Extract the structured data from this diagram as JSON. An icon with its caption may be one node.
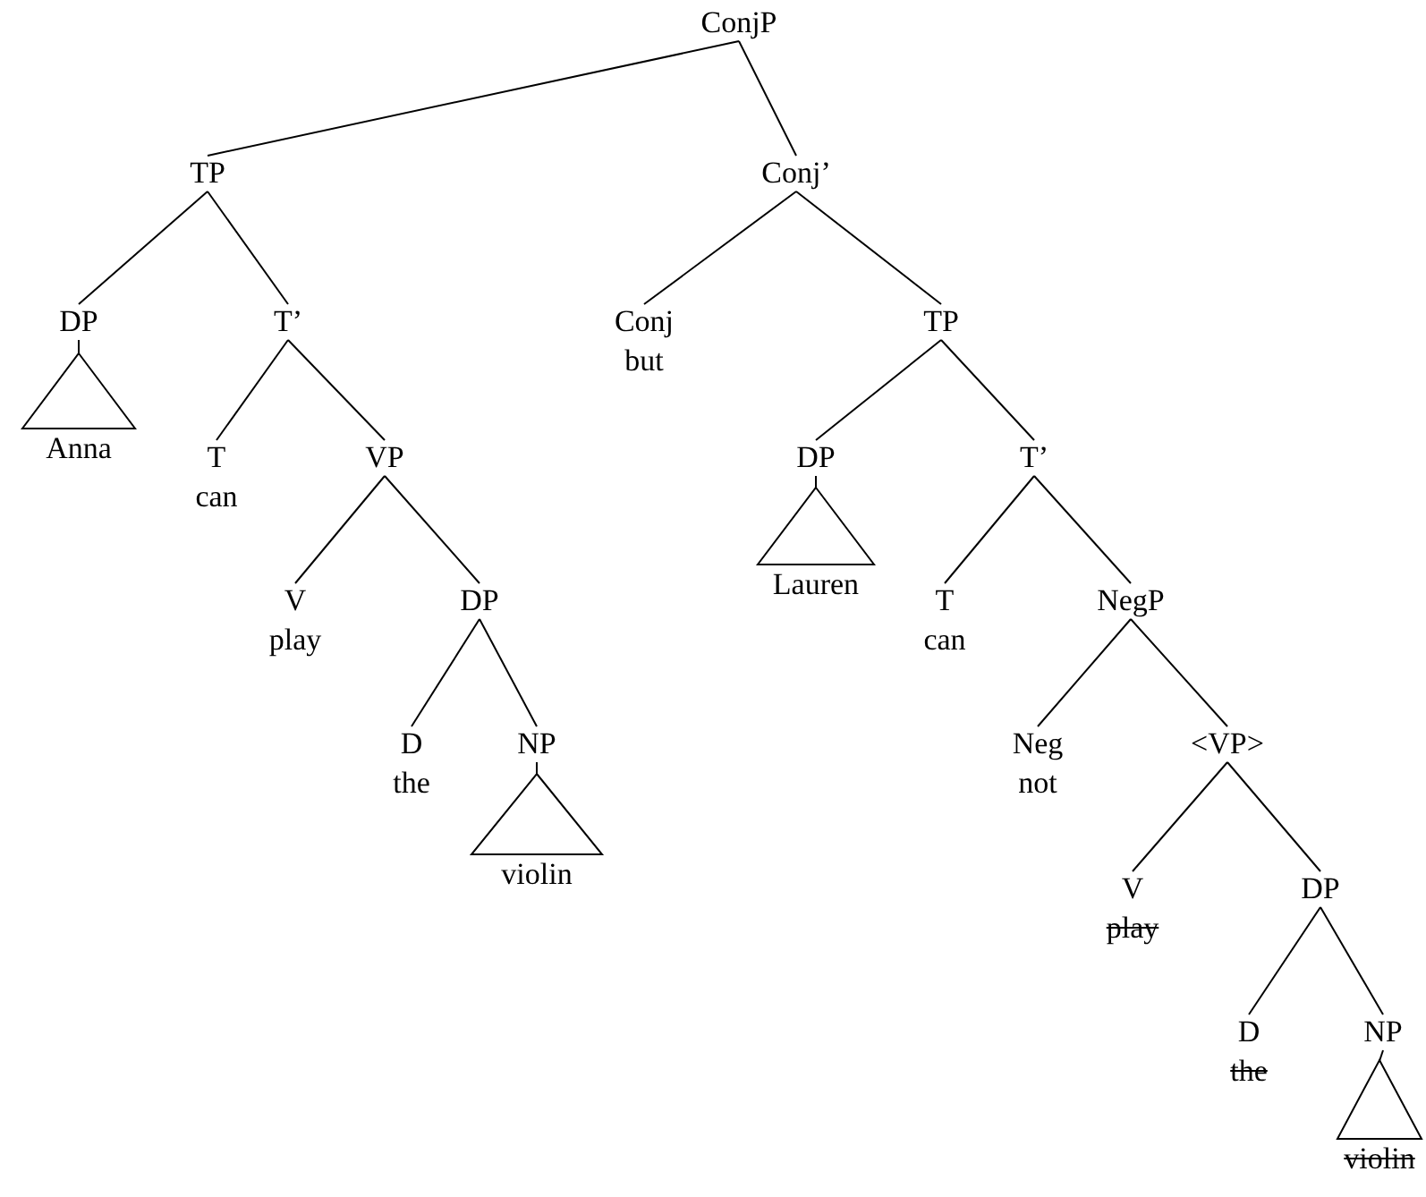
{
  "diagram": {
    "nodes": [
      {
        "text": [
          "ConjP"
        ]
      },
      {
        "text": [
          "TP"
        ]
      },
      {
        "text": [
          "DP"
        ]
      },
      {
        "text": [],
        "shape": "triangle",
        "beside": [
          "Anna"
        ]
      },
      {
        "text": [
          "T’"
        ]
      },
      {
        "text": [
          "T",
          "can"
        ]
      },
      {
        "text": [
          "VP"
        ]
      },
      {
        "text": [
          "V",
          "play"
        ]
      },
      {
        "text": [
          "DP"
        ]
      },
      {
        "text": [
          "D",
          "the"
        ]
      },
      {
        "text": [
          "NP"
        ]
      },
      {
        "text": [],
        "shape": "triangle",
        "beside": [
          "violin"
        ]
      },
      {
        "text": [
          "Conj’"
        ]
      },
      {
        "text": [
          "Conj",
          "but"
        ]
      },
      {
        "text": [
          "TP"
        ]
      },
      {
        "text": [
          "DP"
        ]
      },
      {
        "text": [],
        "shape": "triangle",
        "beside": [
          "Lauren"
        ]
      },
      {
        "text": [
          "T’"
        ]
      },
      {
        "text": [
          "T",
          "can"
        ]
      },
      {
        "text": [
          "NegP"
        ]
      },
      {
        "text": [
          "Neg",
          "not"
        ]
      },
      {
        "text": [
          "<VP>"
        ]
      },
      {
        "text": [
          "V",
          "play"
        ]
      },
      {
        "text": [
          "DP"
        ]
      },
      {
        "text": [
          "D",
          "the"
        ]
      },
      {
        "text": [
          "NP"
        ]
      },
      {
        "text": [],
        "shape": "triangle",
        "beside": [
          "violin"
        ]
      }
    ],
    "edges": [
      {
        "from": 0,
        "to": 1,
        "arrow": "none"
      },
      {
        "from": 0,
        "to": 12,
        "arrow": "none"
      },
      {
        "from": 1,
        "to": 2,
        "arrow": "none"
      },
      {
        "from": 1,
        "to": 4,
        "arrow": "none"
      },
      {
        "from": 2,
        "to": 3,
        "arrow": "none"
      },
      {
        "from": 4,
        "to": 5,
        "arrow": "none"
      },
      {
        "from": 4,
        "to": 6,
        "arrow": "none"
      },
      {
        "from": 6,
        "to": 7,
        "arrow": "none"
      },
      {
        "from": 6,
        "to": 8,
        "arrow": "none"
      },
      {
        "from": 8,
        "to": 9,
        "arrow": "none"
      },
      {
        "from": 8,
        "to": 10,
        "arrow": "none"
      },
      {
        "from": 10,
        "to": 11,
        "arrow": "none"
      },
      {
        "from": 12,
        "to": 13,
        "arrow": "none"
      },
      {
        "from": 12,
        "to": 14,
        "arrow": "none"
      },
      {
        "from": 14,
        "to": 15,
        "arrow": "none"
      },
      {
        "from": 14,
        "to": 17,
        "arrow": "none"
      },
      {
        "from": 15,
        "to": 16,
        "arrow": "none"
      },
      {
        "from": 17,
        "to": 18,
        "arrow": "none"
      },
      {
        "from": 17,
        "to": 19,
        "arrow": "none"
      },
      {
        "from": 19,
        "to": 20,
        "arrow": "none"
      },
      {
        "from": 19,
        "to": 21,
        "arrow": "none"
      },
      {
        "from": 21,
        "to": 22,
        "arrow": "none"
      },
      {
        "from": 21,
        "to": 23,
        "arrow": "none"
      },
      {
        "from": 23,
        "to": 24,
        "arrow": "none"
      },
      {
        "from": 23,
        "to": 25,
        "arrow": "none"
      },
      {
        "from": 25,
        "to": 26,
        "arrow": "none"
      }
    ]
  }
}
